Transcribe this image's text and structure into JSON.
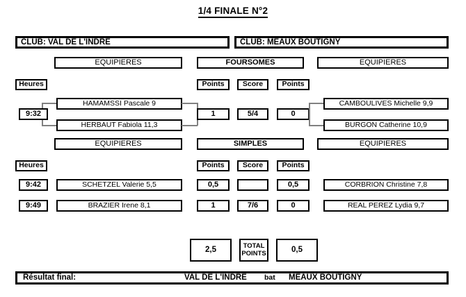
{
  "title": "1/4 FINALE N°2",
  "clubs": {
    "home_label": "CLUB: VAL DE L'INDRE",
    "away_label": "CLUB: MEAUX BOUTIGNY",
    "home_name": "VAL DE L'INDRE",
    "away_name": "MEAUX BOUTIGNY"
  },
  "foursomes": {
    "section_home": "EQUIPIERES",
    "section_format": "FOURSOMES",
    "section_away": "EQUIPIERES",
    "header_hours": "Heures",
    "header_points_home": "Points",
    "header_score": "Score",
    "header_points_away": "Points",
    "matches": [
      {
        "time": "9:32",
        "home_players": [
          "HAMAMSSI Pascale  9",
          "HERBAUT Fabiola  11,3"
        ],
        "points_home": "1",
        "score": "5/4",
        "points_away": "0",
        "away_players": [
          "CAMBOULIVES Michelle  9,9",
          "BURGON Catherine  10,9"
        ]
      }
    ]
  },
  "simples": {
    "section_home": "EQUIPIERES",
    "section_format": "SIMPLES",
    "section_away": "EQUIPIERES",
    "header_hours": "Heures",
    "header_points_home": "Points",
    "header_score": "Score",
    "header_points_away": "Points",
    "matches": [
      {
        "time": "9:42",
        "home_player": "SCHETZEL Valerie  5,5",
        "points_home": "0,5",
        "score": "",
        "points_away": "0,5",
        "away_player": "CORBRION Christine  7,8"
      },
      {
        "time": "9:49",
        "home_player": "BRAZIER Irene  8,1",
        "points_home": "1",
        "score": "7/6",
        "points_away": "0",
        "away_player": "REAL PEREZ Lydia  9,7"
      }
    ]
  },
  "totals": {
    "home_total": "2,5",
    "label_line1": "TOTAL",
    "label_line2": "POINTS",
    "away_total": "0,5"
  },
  "final": {
    "label": "Résultat final:",
    "winner": "VAL DE L'INDRE",
    "separator": "bat",
    "loser": "MEAUX BOUTIGNY"
  },
  "colors": {
    "ink": "#000000",
    "connector": "#808080",
    "paper": "#ffffff"
  }
}
